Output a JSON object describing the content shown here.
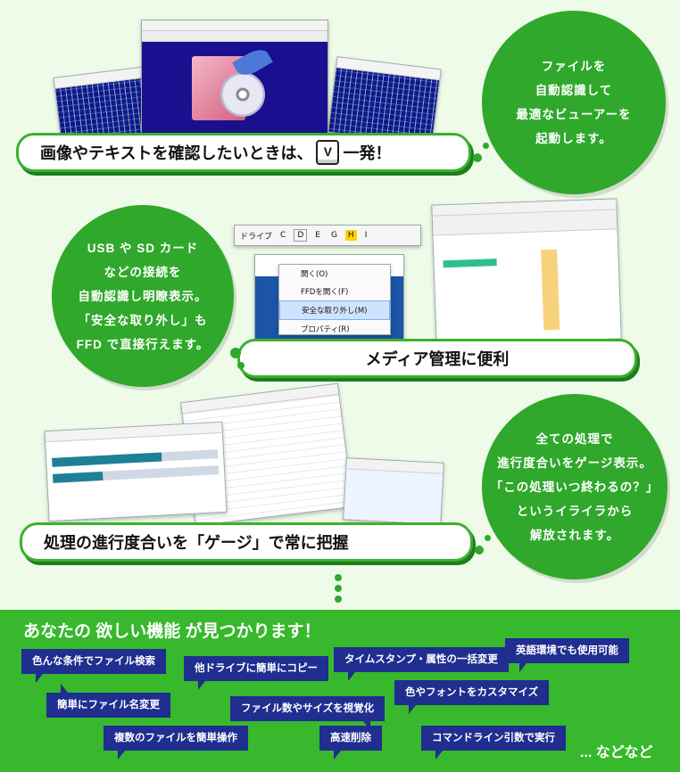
{
  "section1": {
    "headline_pre": "画像やテキストを確認したいときは、",
    "key": "V",
    "headline_post": "一発！",
    "circle_lines": [
      "ファイルを",
      "自動認識して",
      "最適なビューアーを",
      "起動します。"
    ]
  },
  "section2": {
    "headline": "メディア管理に便利",
    "circle_lines": [
      "USB や SD カード",
      "などの接続を",
      "自動認識し明瞭表示。",
      "「安全な取り外し」も",
      "FFD で直接行えます。"
    ],
    "drive_bar_label": "ドライブ",
    "drives": [
      "C",
      "D",
      "E",
      "G",
      "H",
      "I"
    ],
    "context_menu": [
      "開く(O)",
      "FFDを開く(F)",
      "安全な取り外し(M)",
      "プロパティ(R)"
    ]
  },
  "section3": {
    "headline": "処理の進行度合いを「ゲージ」で常に把握",
    "circle_lines": [
      "全ての処理で",
      "進行度合いをゲージ表示。",
      "「この処理いつ終わるの？」",
      "というイライラから",
      "解放されます。"
    ]
  },
  "features": {
    "title": "あなたの 欲しい機能 が見つかります！",
    "tags": [
      "色んな条件でファイル検索",
      "簡単にファイル名変更",
      "複数のファイルを簡単操作",
      "他ドライブに簡単にコピー",
      "ファイル数やサイズを視覚化",
      "タイムスタンプ・属性の一括変更",
      "高速削除",
      "色やフォントをカスタマイズ",
      "英語環境でも使用可能",
      "コマンドライン引数で実行"
    ],
    "more": "... などなど"
  },
  "colors": {
    "green": "#2fa82b",
    "panel": "#37b82d",
    "tag": "#1f2e8f",
    "background": "#eefbe8"
  }
}
